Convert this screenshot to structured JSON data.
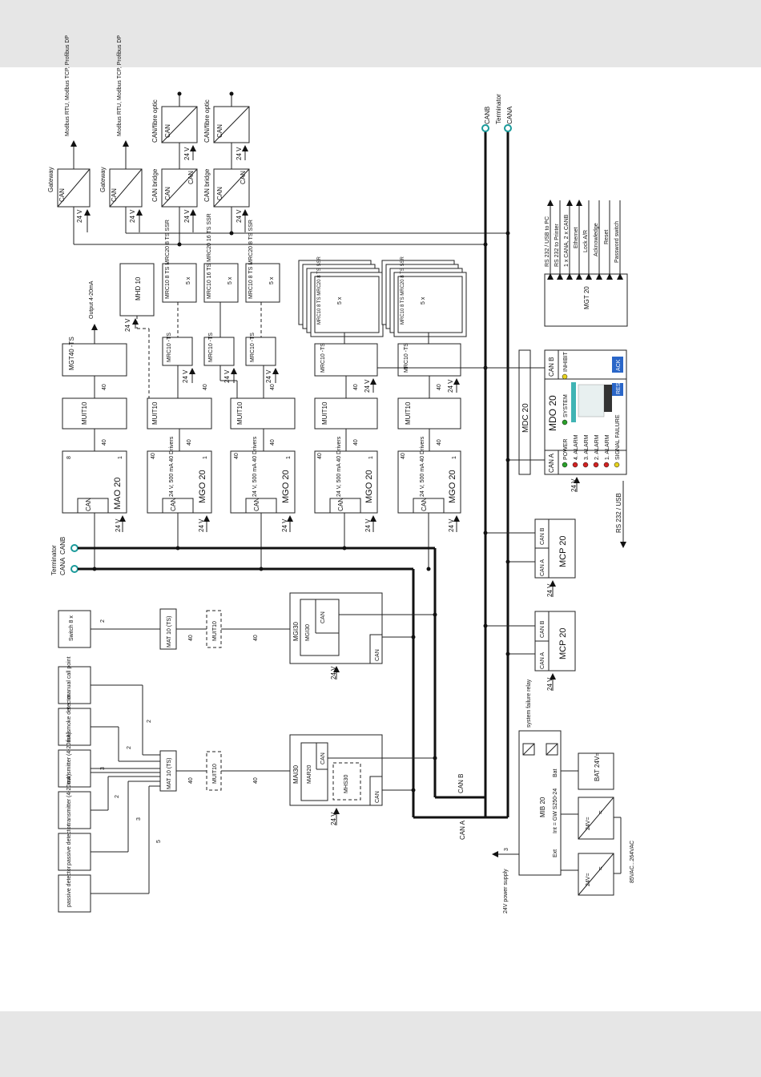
{
  "colors": {
    "background": "#e6e6e6",
    "sheet": "#ffffff",
    "line": "#222222",
    "led_green": "#2aa02a",
    "led_red": "#d22222",
    "led_yellow": "#e6d21e",
    "button_blue": "#2a66c8",
    "indicator_teal": "#40b4b4"
  },
  "labels": {
    "gateway": "Gateway",
    "can": "CAN",
    "modbus": "Modbus RTU, Modbus TCP, Profibus DP",
    "can_bridge": "CAN bridge",
    "can_fibre": "CAN/fibre optic",
    "v24": "24 V",
    "v24nospace": "24V",
    "terminator": "Terminator",
    "cana": "CANA",
    "canb": "CANB",
    "cana_sp": "CAN A",
    "canb_sp": "CAN B",
    "mhd10": "MHD 10",
    "mgt40": "MGT40 -TS",
    "output": "Output 4-20mA",
    "mrc10ts": "MRC10 -TS",
    "mrc_ssr1": "MRC10 8 TS MRC20 8 TS SSR",
    "mrc_ssr2": "MRC10 16 TS MRC20 16 TS SSR",
    "mrc_stack": "MRC10 8 TS MRC20 8 TS SSR",
    "mrc_5x": "5 x",
    "muit10": "MUIT10",
    "mao20": "MAO 20",
    "mgo20": "MGO 20",
    "drivers": "24 V, 500 mA 40 Drivers",
    "n40": "40",
    "n8": "8",
    "n1": "1",
    "n2": "2",
    "n3": "3",
    "n5": "5",
    "mdc20": "MDC 20",
    "mdo20": "MDO 20",
    "mgt20": "MGT 20",
    "power": "POWER",
    "system": "SYSTEM",
    "inhibit": "INHIBIT",
    "signal_failure": "SIGNAL FAILURE",
    "alarm4": "4. ALARM",
    "alarm3": "3. ALARM",
    "alarm2": "2. ALARM",
    "alarm1": "1. ALARM",
    "res": "RES",
    "ack": "ACK",
    "rs232usb": "RS 232 / USB",
    "mgt_rs232pc": "RS 232 / USB to PC",
    "mgt_rs232pr": "RS 232 to Printer",
    "mgt_can": "1 x CANA, 2 x CANB",
    "mgt_eth": "Ethernet",
    "mgt_lock": "Lock A/R",
    "mgt_ack": "Acknowledge",
    "mgt_reset": "Reset",
    "mgt_pw": "Password switch",
    "mcp20": "MCP 20",
    "switch": "Switch 8 x",
    "mat10": "MAT 10 (TS)",
    "mgi30": "MGI30",
    "mar20": "MAR20",
    "mai30": "MAI30",
    "mhs30": "MHS30",
    "manual": "manual call point",
    "firesmoke": "fire/smoke detector",
    "trans1": "transmitter (4-20mA)",
    "trans2": "transmitter (4-20mA)",
    "passive1": "passive detector",
    "passive2": "passive detector",
    "mib20": "MIB 20",
    "ext": "Ext",
    "int": "Int = GW S250-24",
    "bat": "Bat",
    "bat_box": "BAT 24V=",
    "sysfail": "system failure relay",
    "supply": "24V power supply",
    "ps_out": "24V=",
    "ps_in": "=",
    "mains": "85VAC...264VAC",
    "canb_cable": "CAN B",
    "cana_cable": "CAN A"
  }
}
